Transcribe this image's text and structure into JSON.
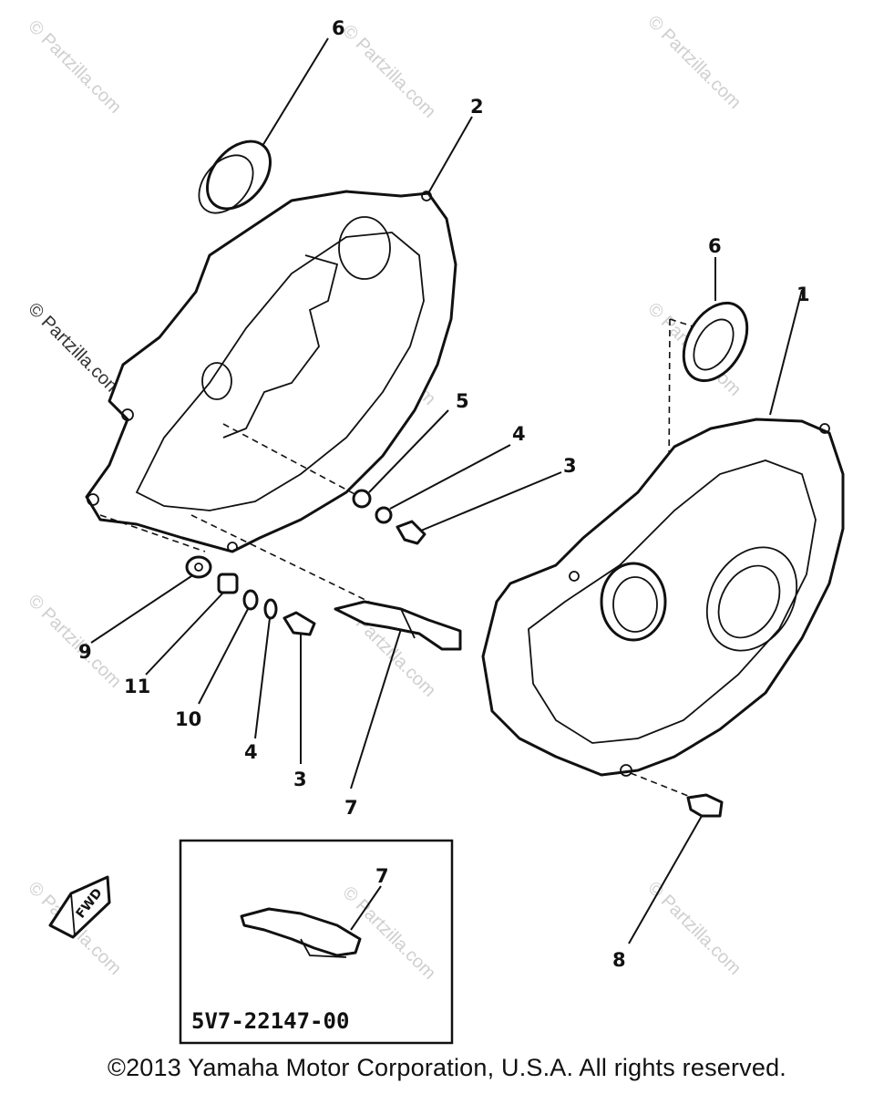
{
  "watermark": {
    "text": "© Partzilla.com"
  },
  "callouts": {
    "c6_top": "6",
    "c2": "2",
    "c6_right": "6",
    "c1": "1",
    "c5": "5",
    "c4_right": "4",
    "c3_right": "3",
    "c9": "9",
    "c11": "11",
    "c10": "10",
    "c4_bottom": "4",
    "c3_bottom": "3",
    "c7": "7",
    "c7_inset": "7",
    "c8": "8"
  },
  "inset": {
    "part_number": "5V7-22147-00"
  },
  "fwd_label": "FWD",
  "copyright": "©2013 Yamaha Motor Corporation, U.S.A. All rights reserved."
}
